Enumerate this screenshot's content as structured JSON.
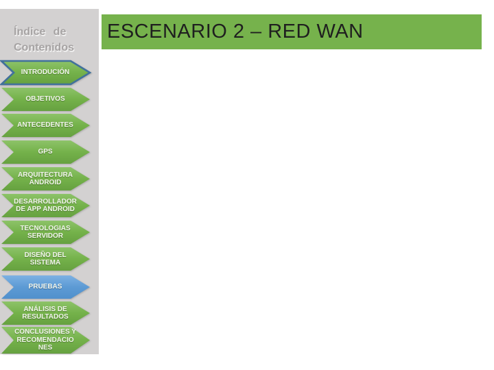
{
  "slide": {
    "title": "ESCENARIO 2 – RED WAN",
    "title_bar_color": "#76b24c",
    "title_text_color": "#1f1f1f"
  },
  "sidebar": {
    "heading": "Índice de\nContenidos",
    "background_color": "#d3d1d1",
    "heading_color": "#a6a3a3",
    "items": [
      {
        "label": "INTRODUCIÓN",
        "color": "green",
        "selected": true
      },
      {
        "label": "OBJETIVOS",
        "color": "green",
        "selected": false
      },
      {
        "label": "ANTECEDENTES",
        "color": "green",
        "selected": false
      },
      {
        "label": "GPS",
        "color": "green",
        "selected": false
      },
      {
        "label": "ARQUITECTURA\nANDROID",
        "color": "green",
        "selected": false
      },
      {
        "label": "DESARROLLADOR\nDE APP ANDROID",
        "color": "green",
        "selected": false
      },
      {
        "label": "TECNOLOGIAS\nSERVIDOR",
        "color": "green",
        "selected": false
      },
      {
        "label": "DISEÑO DEL\nSISTEMA",
        "color": "green",
        "selected": false
      },
      {
        "label": "PRUEBAS",
        "color": "blue",
        "selected": false
      },
      {
        "label": "ANÁLISIS DE\nRESULTADOS",
        "color": "green",
        "selected": false
      },
      {
        "label": "CONCLUSIONES Y\nRECOMENDACIO\nNES",
        "color": "green",
        "selected": false
      }
    ],
    "colors": {
      "arrow_green": "#6fac47",
      "arrow_blue": "#5b9bd5",
      "selected_border": "#41719c",
      "arrow_text": "#f2f6ec"
    }
  }
}
